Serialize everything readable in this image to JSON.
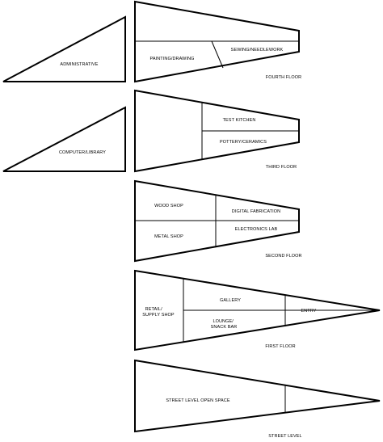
{
  "floors": {
    "fourth": {
      "label": "FOURTH FLOOR",
      "rooms": {
        "administrative": "ADMINISTRATIVE",
        "painting_drawing": "PAINTING/DRAWING",
        "sewing_needlework": "SEWING/NEEDLEWORK"
      }
    },
    "third": {
      "label": "THIRD FLOOR",
      "rooms": {
        "computer_library": "COMPUTER/LIBRARY",
        "test_kitchen": "TEST KITCHEN",
        "pottery_ceramics": "POTTERY/CERAMICS"
      }
    },
    "second": {
      "label": "SECOND FLOOR",
      "rooms": {
        "wood_shop": "WOOD SHOP",
        "metal_shop": "METAL SHOP",
        "digital_fabrication": "DIGITAL FABRICATION",
        "electronics_lab": "ELECTRONICS LAB"
      }
    },
    "first": {
      "label": "FIRST FLOOR",
      "rooms": {
        "retail_line1": "RETAIL/",
        "retail_line2": "SUPPLY SHOP",
        "gallery": "GALLERY",
        "lounge_line1": "LOUNGE/",
        "lounge_line2": "SNACK BAR",
        "entry": "ENTRY"
      }
    },
    "street": {
      "label": "STREET LEVEL",
      "rooms": {
        "open_space": "STREET LEVEL OPEN SPACE"
      }
    }
  }
}
